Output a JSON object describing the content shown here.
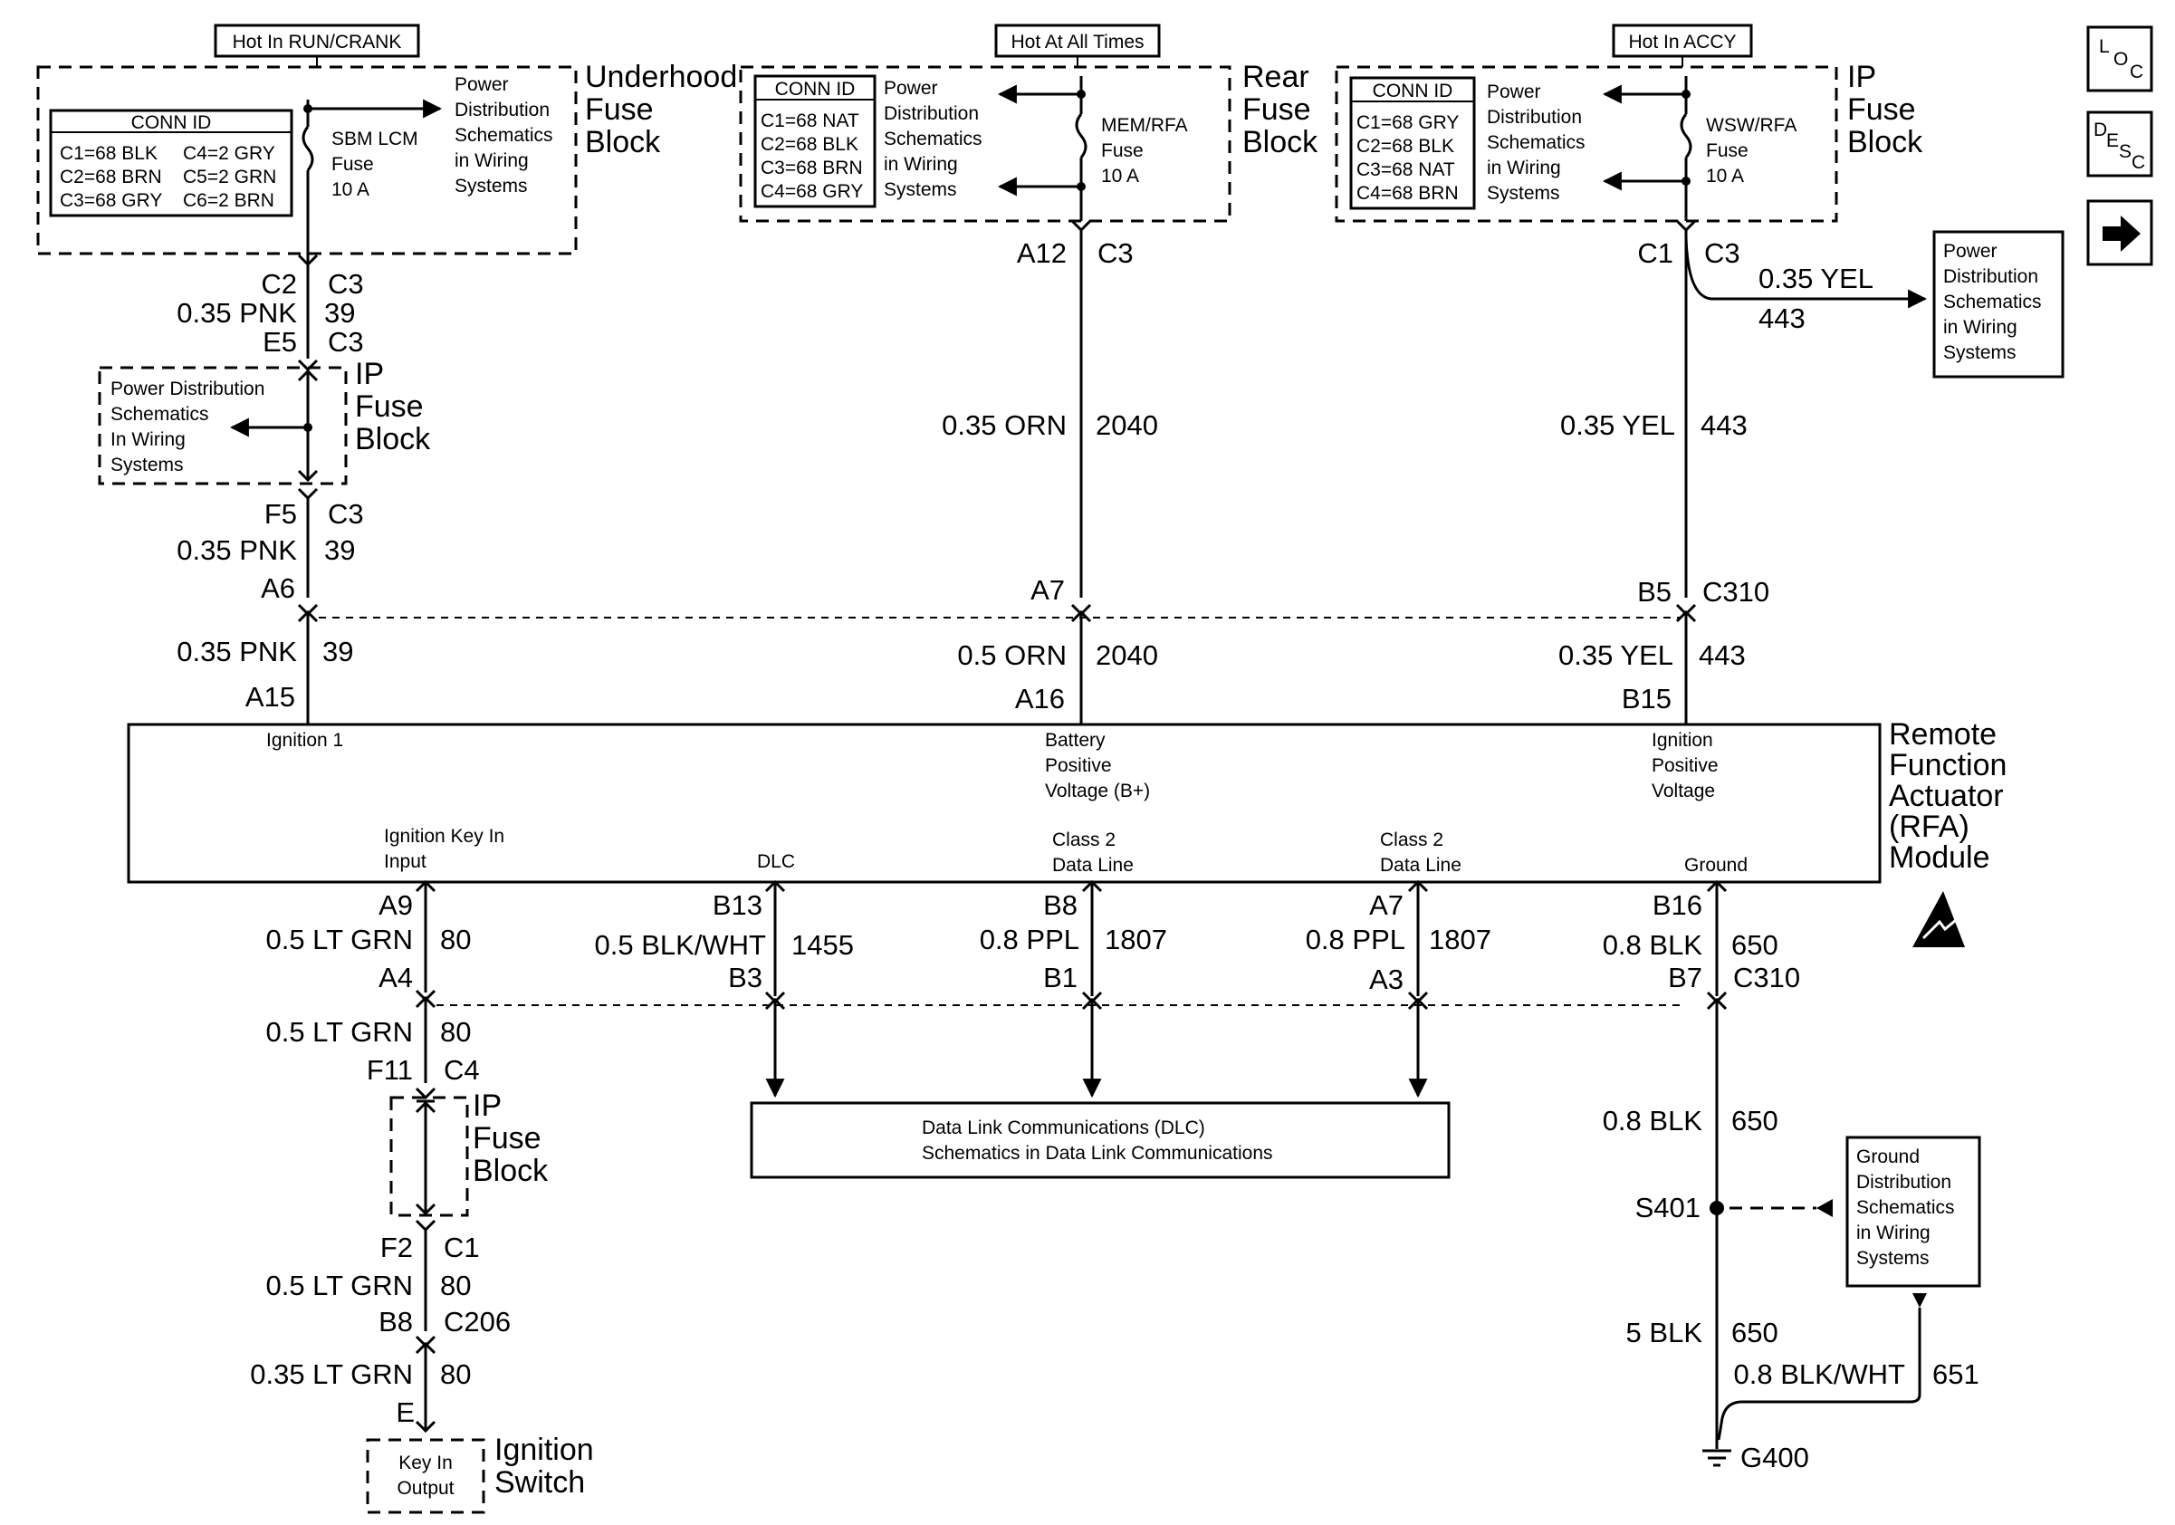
{
  "sources": {
    "run_crank": "Hot In RUN/CRANK",
    "all_times": "Hot At All Times",
    "accy": "Hot In ACCY"
  },
  "underhood": {
    "title": [
      "Underhood",
      "Fuse",
      "Block"
    ],
    "conn_title": "CONN ID",
    "conn_rows": [
      "C1=68 BLK",
      "C2=68 BRN",
      "C3=68 GRY"
    ],
    "conn_rows2": [
      "C4=2 GRY",
      "C5=2 GRN",
      "C6=2 BRN"
    ],
    "fuse": [
      "SBM LCM",
      "Fuse",
      "10 A"
    ],
    "ref": [
      "Power",
      "Distribution",
      "Schematics",
      "in Wiring",
      "Systems"
    ]
  },
  "rear": {
    "title": [
      "Rear",
      "Fuse",
      "Block"
    ],
    "conn_title": "CONN ID",
    "conn_rows": [
      "C1=68 NAT",
      "C2=68 BLK",
      "C3=68 BRN",
      "C4=68 GRY"
    ],
    "fuse": [
      "MEM/RFA",
      "Fuse",
      "10 A"
    ],
    "ref": [
      "Power",
      "Distribution",
      "Schematics",
      "in Wiring",
      "Systems"
    ]
  },
  "ipfuse": {
    "title": [
      "IP",
      "Fuse",
      "Block"
    ],
    "conn_title": "CONN ID",
    "conn_rows": [
      "C1=68 GRY",
      "C2=68 BLK",
      "C3=68 NAT",
      "C4=68 BRN"
    ],
    "fuse": [
      "WSW/RFA",
      "Fuse",
      "10 A"
    ],
    "ref": [
      "Power",
      "Distribution",
      "Schematics",
      "in Wiring",
      "Systems"
    ]
  },
  "ip_mid": {
    "title": [
      "IP",
      "Fuse",
      "Block"
    ],
    "ref": [
      "Power Distribution",
      "Schematics",
      "In Wiring",
      "Systems"
    ]
  },
  "ip_low": {
    "title": [
      "IP",
      "Fuse",
      "Block"
    ]
  },
  "right_ref": [
    "Power",
    "Distribution",
    "Schematics",
    "in Wiring",
    "Systems"
  ],
  "ground_ref": [
    "Ground",
    "Distribution",
    "Schematics",
    "in Wiring",
    "Systems"
  ],
  "dlc_box": [
    "Data Link Communications (DLC)",
    "Schematics in Data Link Communications"
  ],
  "ignition_switch": {
    "title": [
      "Ignition",
      "Switch"
    ],
    "pin": [
      "Key In",
      "Output"
    ]
  },
  "module": {
    "title": [
      "Remote",
      "Function",
      "Actuator",
      "(RFA)",
      "Module"
    ],
    "pin_ign1": "Ignition 1",
    "pin_batt": [
      "Battery",
      "Positive",
      "Voltage (B+)"
    ],
    "pin_ignpos": [
      "Ignition",
      "Positive",
      "Voltage"
    ],
    "pin_keyin": [
      "Ignition Key In",
      "Input"
    ],
    "pin_dlc": "DLC",
    "pin_class2a": [
      "Class 2",
      "Data Line"
    ],
    "pin_class2b": [
      "Class 2",
      "Data Line"
    ],
    "pin_ground": "Ground"
  },
  "labels": {
    "c2": "C2",
    "c3a": "C3",
    "pnk1": "0.35 PNK",
    "n39a": "39",
    "e5": "E5",
    "c3b": "C3",
    "f5": "F5",
    "c3c": "C3",
    "pnk2": "0.35 PNK",
    "n39b": "39",
    "a6": "A6",
    "pnk3": "0.35 PNK",
    "n39c": "39",
    "a15": "A15",
    "a12": "A12",
    "c3d": "C3",
    "orn1": "0.35 ORN",
    "n2040a": "2040",
    "a7": "A7",
    "orn2": "0.5 ORN",
    "n2040b": "2040",
    "a16": "A16",
    "c1a": "C1",
    "c3e": "C3",
    "yel_branch": "0.35 YEL",
    "n443_branch": "443",
    "yel1": "0.35 YEL",
    "n443a": "443",
    "b5": "B5",
    "c310a": "C310",
    "yel2": "0.35 YEL",
    "n443b": "443",
    "b15": "B15",
    "a9": "A9",
    "lgrn1": "0.5 LT GRN",
    "n80a": "80",
    "a4": "A4",
    "lgrn2": "0.5 LT GRN",
    "n80b": "80",
    "f11": "F11",
    "c4": "C4",
    "f2": "F2",
    "c1b": "C1",
    "lgrn3": "0.5 LT GRN",
    "n80c": "80",
    "b8a": "B8",
    "c206": "C206",
    "lgrn4": "0.35 LT GRN",
    "n80d": "80",
    "e": "E",
    "b13": "B13",
    "blkwht1": "0.5 BLK/WHT",
    "n1455": "1455",
    "b3": "B3",
    "b8b": "B8",
    "ppl1": "0.8 PPL",
    "n1807a": "1807",
    "b1": "B1",
    "a7b": "A7",
    "ppl2": "0.8 PPL",
    "n1807b": "1807",
    "a3": "A3",
    "b16": "B16",
    "blk1": "0.8 BLK",
    "n650a": "650",
    "b7": "B7",
    "c310b": "C310",
    "blk2": "0.8 BLK",
    "n650b": "650",
    "s401": "S401",
    "blk3": "5 BLK",
    "n650c": "650",
    "blkwht2": "0.8 BLK/WHT",
    "n651": "651",
    "g400": "G400"
  },
  "nav": {
    "loc": {
      "l": "L",
      "o": "O",
      "c": "C"
    },
    "desc": {
      "d": "D",
      "e": "E",
      "s": "S",
      "c": "C"
    },
    "next_icon": "right-arrow-icon"
  }
}
